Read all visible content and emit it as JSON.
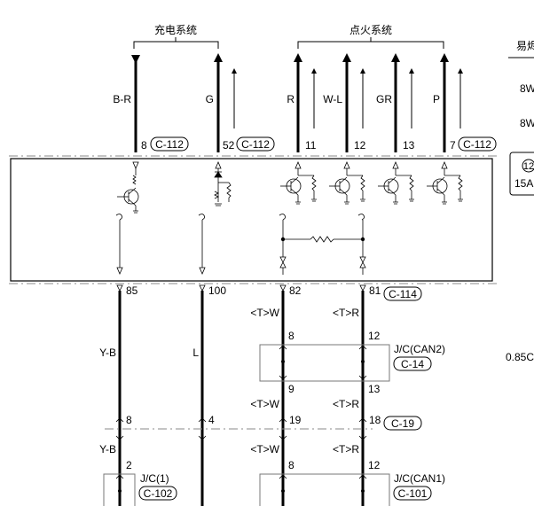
{
  "groups": {
    "charging": "充电系统",
    "ignition": "点火系统",
    "right_clipped": "易烬"
  },
  "top_wires": [
    {
      "color": "B-R",
      "pin": "8",
      "connector": "C-112"
    },
    {
      "color": "G",
      "pin": "52",
      "connector": "C-112"
    },
    {
      "color": "R",
      "pin": "11"
    },
    {
      "color": "W-L",
      "pin": "12"
    },
    {
      "color": "GR",
      "pin": "13"
    },
    {
      "color": "P",
      "pin": "7",
      "connector": "C-112"
    }
  ],
  "right_panel": {
    "label_1": "8W",
    "label_2": "8W",
    "fuse_num": "12",
    "fuse_rating": "15A",
    "wire_size": "0.85C"
  },
  "bottom_pins": {
    "p85": "85",
    "p100": "100",
    "p82": "82",
    "p81": "81",
    "connector": "C-114"
  },
  "wire_colors": {
    "yb": "Y-B",
    "l": "L",
    "tw": "<T>W",
    "tr": "<T>R"
  },
  "jc_can2": {
    "title": "J/C(CAN2)",
    "connector": "C-14",
    "pin_top_left": "8",
    "pin_top_right": "12",
    "pin_bot_left": "9",
    "pin_bot_right": "13"
  },
  "c19": {
    "connector": "C-19",
    "pin_8": "8",
    "pin_4": "4",
    "pin_19": "19",
    "pin_18": "18"
  },
  "jc1": {
    "title": "J/C(1)",
    "connector": "C-102",
    "pin": "2"
  },
  "jc_can1": {
    "title": "J/C(CAN1)",
    "connector": "C-101",
    "pin_left": "8",
    "pin_right": "12"
  }
}
